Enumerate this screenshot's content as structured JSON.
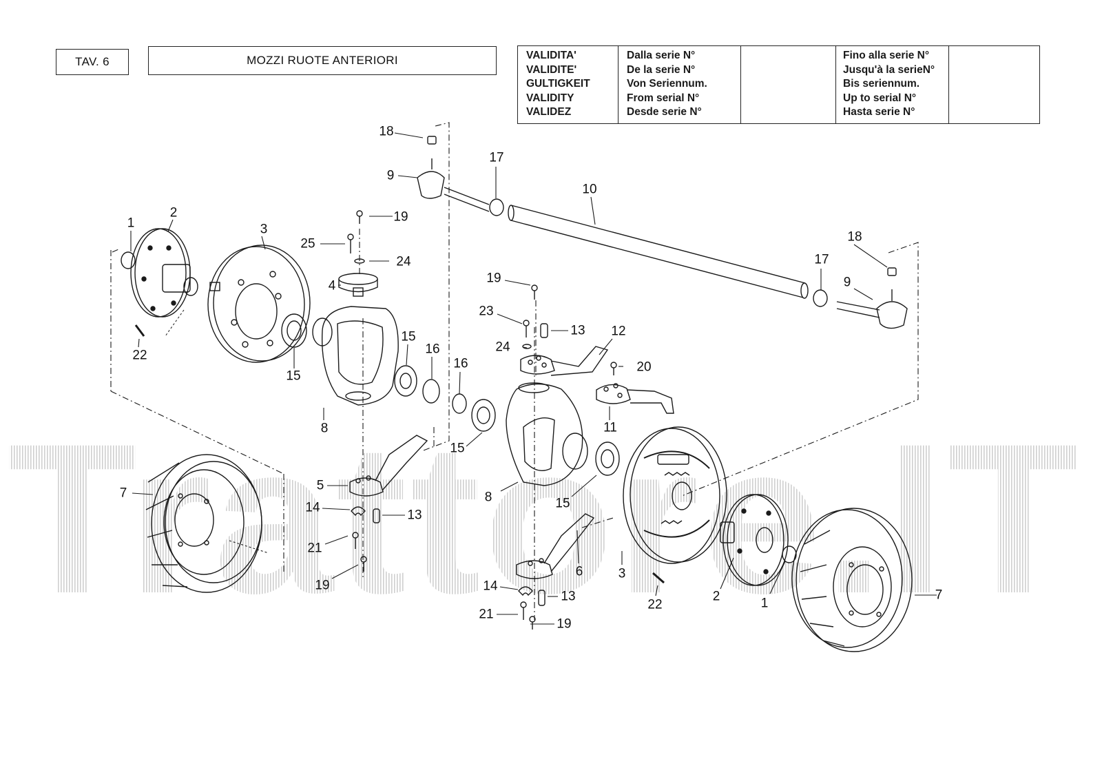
{
  "header": {
    "table_label": "TAV. 6",
    "title": "MOZZI RUOTE ANTERIORI"
  },
  "validity_box": {
    "labels": [
      "VALIDITA'",
      "VALIDITE'",
      "GULTIGKEIT",
      "VALIDITY",
      "VALIDEZ"
    ],
    "from_labels": [
      "Dalla serie N°",
      "De la serie N°",
      "Von  Seriennum.",
      "From serial N°",
      "Desde serie N°"
    ],
    "to_labels": [
      "Fino alla serie N°",
      "Jusqu'à la serieN°",
      "Bis seriennum.",
      "Up to serial N°",
      "Hasta serie N°"
    ]
  },
  "watermark": {
    "text": "Trattore.IT",
    "color": "#d2d2d2"
  },
  "callouts": {
    "c1a": "1",
    "c2a": "2",
    "c3a": "3",
    "c22a": "22",
    "c15a": "15",
    "c8a": "8",
    "c25": "25",
    "c19a": "19",
    "c24a": "24",
    "c4": "4",
    "c18a": "18",
    "c9a": "9",
    "c17a": "17",
    "c10": "10",
    "c18b": "18",
    "c17b": "17",
    "c9b": "9",
    "c15b": "15",
    "c16a": "16",
    "c16b": "16",
    "c15c": "15",
    "c19b": "19",
    "c23": "23",
    "c13a": "13",
    "c24b": "24",
    "c12": "12",
    "c20": "20",
    "c11": "11",
    "c7a": "7",
    "c5": "5",
    "c14a": "14",
    "c13b": "13",
    "c21a": "21",
    "c19c": "19",
    "c8b": "8",
    "c15d": "15",
    "c6": "6",
    "c3b": "3",
    "c22b": "22",
    "c14b": "14",
    "c13c": "13",
    "c21b": "21",
    "c19d": "19",
    "c2b": "2",
    "c1b": "1",
    "c7b": "7"
  }
}
